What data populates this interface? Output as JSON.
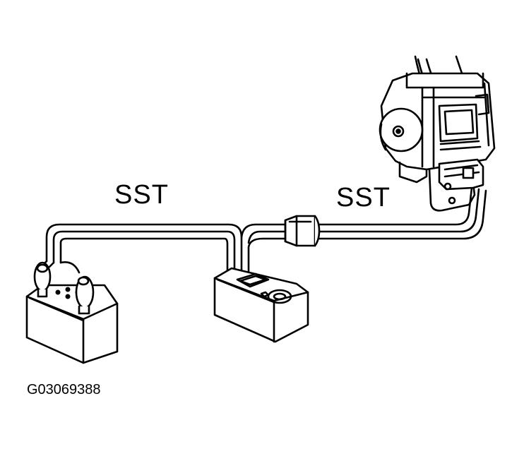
{
  "labels": {
    "sst_left": "SST",
    "sst_right": "SST",
    "figure_id": "G03069388"
  }
}
